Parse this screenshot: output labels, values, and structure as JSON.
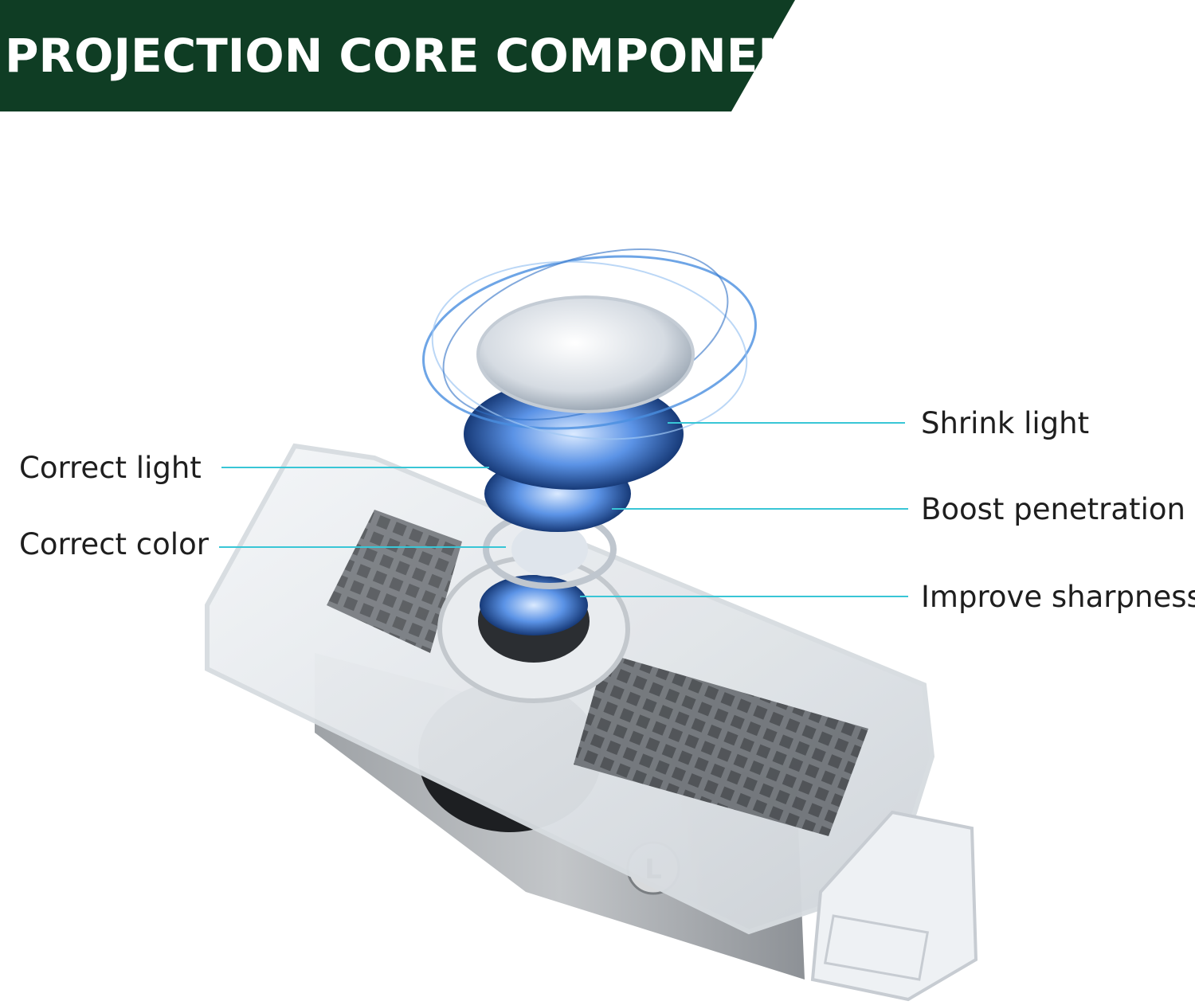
{
  "banner": {
    "title": "PROJECTION CORE COMPONENTS",
    "background_color": "#0f3d24"
  },
  "callouts": {
    "left": [
      {
        "label": "Correct light"
      },
      {
        "label": "Correct color"
      }
    ],
    "right": [
      {
        "label": "Shrink light"
      },
      {
        "label": "Boost penetration"
      },
      {
        "label": "Improve sharpness"
      }
    ],
    "leader_color": "#39c6d6"
  },
  "product": {
    "side_badge": "L"
  }
}
